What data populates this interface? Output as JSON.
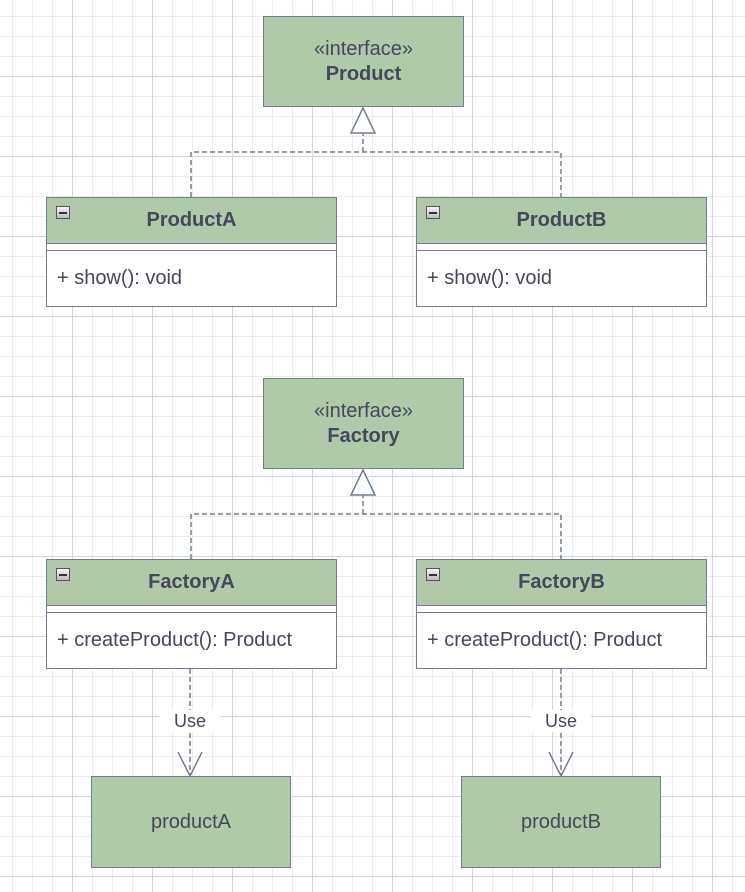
{
  "interfaces": {
    "product": {
      "stereotype": "«interface»",
      "name": "Product"
    },
    "factory": {
      "stereotype": "«interface»",
      "name": "Factory"
    }
  },
  "classes": {
    "product_a": {
      "name": "ProductA",
      "method": "+ show(): void"
    },
    "product_b": {
      "name": "ProductB",
      "method": "+ show(): void"
    },
    "factory_a": {
      "name": "FactoryA",
      "method": "+ createProduct(): Product"
    },
    "factory_b": {
      "name": "FactoryB",
      "method": "+ createProduct(): Product"
    }
  },
  "instances": {
    "product_a": "productA",
    "product_b": "productB"
  },
  "relations": {
    "use_a": "Use",
    "use_b": "Use"
  },
  "colors": {
    "fill": "#b0c9a9",
    "stroke": "#6f7f90",
    "text": "#45475a",
    "grid": "#d4d4d4"
  }
}
